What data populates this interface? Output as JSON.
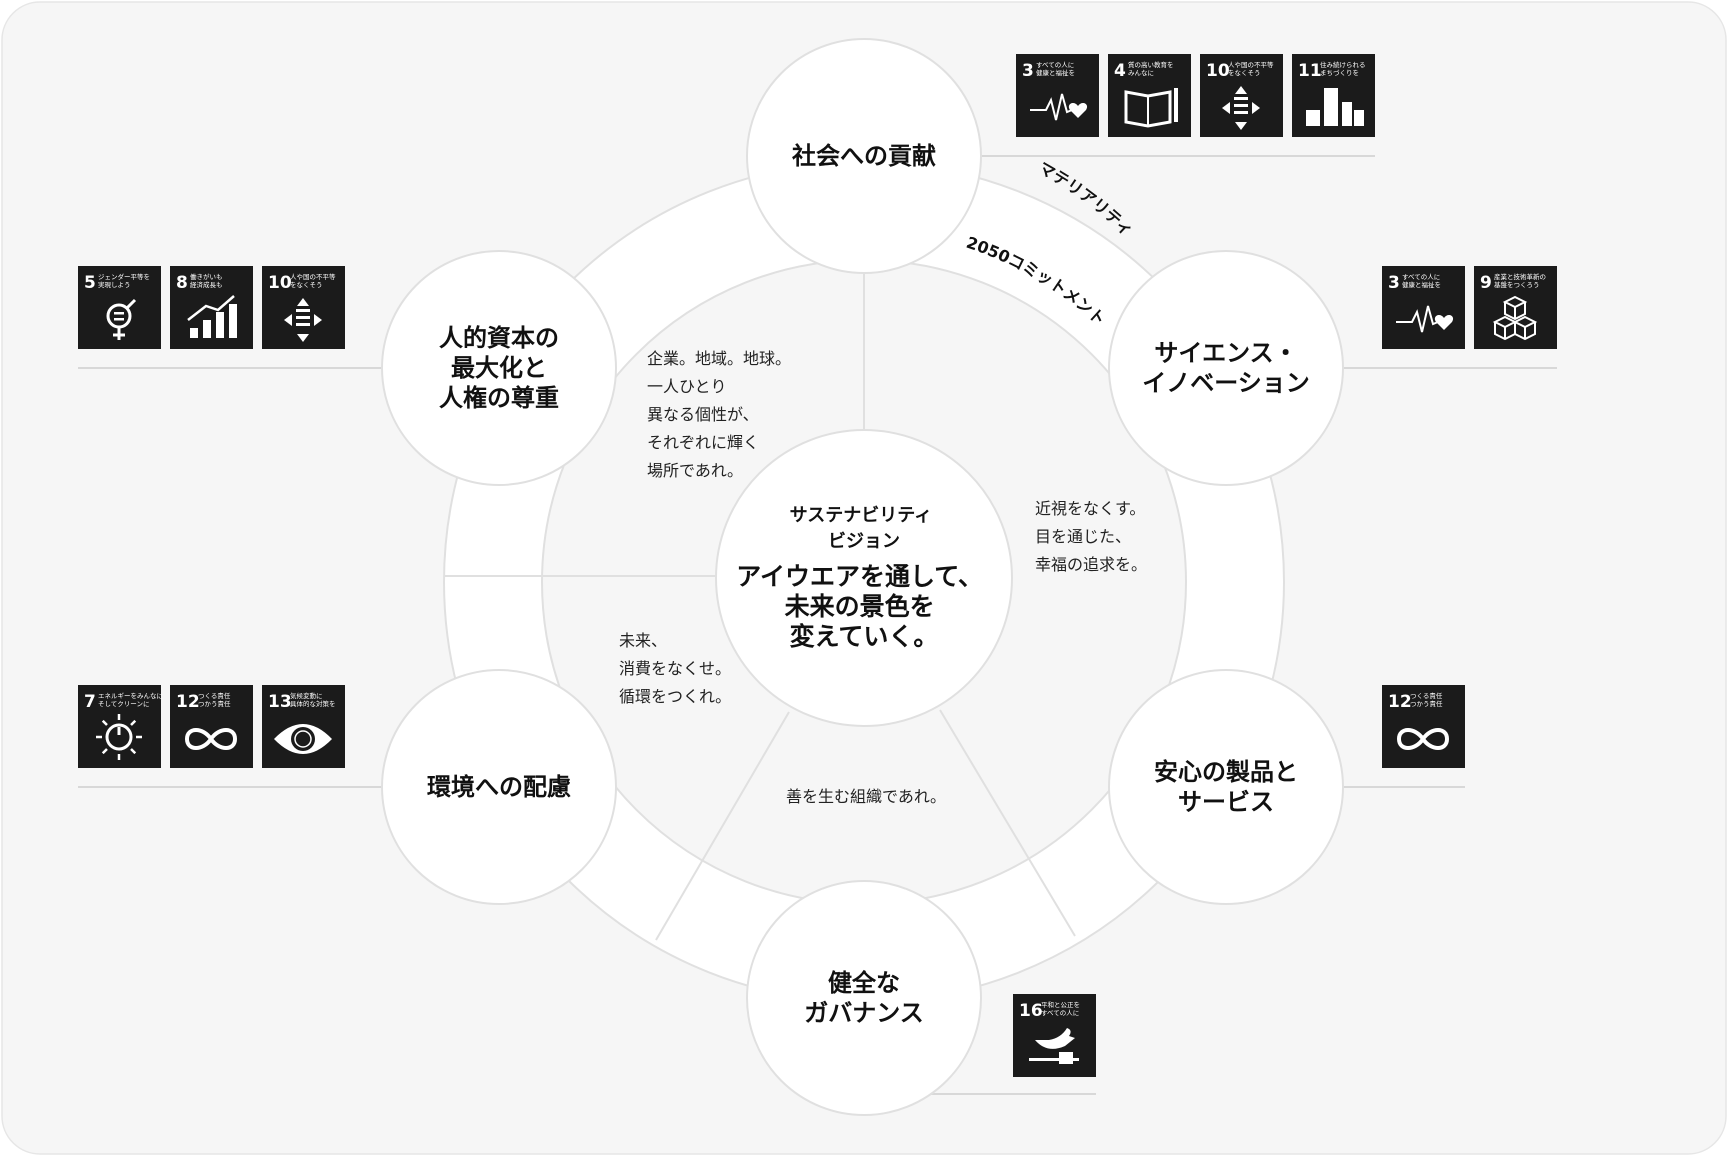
{
  "vision": {
    "subtitle": [
      "サステナビリティ",
      "ビジョン"
    ],
    "main": [
      "アイウエアを通して、",
      "未来の景色を",
      "変えていく。"
    ]
  },
  "ring_labels": {
    "outer": "マテリアリティ",
    "inner": "2050コミットメント"
  },
  "nodes": [
    {
      "id": "society",
      "title": [
        "社会への貢献"
      ],
      "sdgs": [
        {
          "num": "3",
          "caption": [
            "すべての人に",
            "健康と福祉を"
          ],
          "icon": "heartbeat-icon"
        },
        {
          "num": "4",
          "caption": [
            "質の高い教育を",
            "みんなに"
          ],
          "icon": "book-pencil-icon"
        },
        {
          "num": "10",
          "caption": [
            "人や国の不平等",
            "をなくそう"
          ],
          "icon": "equality-arrows-icon"
        },
        {
          "num": "11",
          "caption": [
            "住み続けられる",
            "まちづくりを"
          ],
          "icon": "city-buildings-icon"
        }
      ]
    },
    {
      "id": "science",
      "title": [
        "サイエンス・",
        "イノベーション"
      ],
      "sdgs": [
        {
          "num": "3",
          "caption": [
            "すべての人に",
            "健康と福祉を"
          ],
          "icon": "heartbeat-icon"
        },
        {
          "num": "9",
          "caption": [
            "産業と技術革新の",
            "基盤をつくろう"
          ],
          "icon": "cubes-icon"
        }
      ]
    },
    {
      "id": "product",
      "title": [
        "安心の製品と",
        "サービス"
      ],
      "sdgs": [
        {
          "num": "12",
          "caption": [
            "つくる責任",
            "つかう責任"
          ],
          "icon": "infinity-icon"
        }
      ]
    },
    {
      "id": "governance",
      "title": [
        "健全な",
        "ガバナンス"
      ],
      "sdgs": [
        {
          "num": "16",
          "caption": [
            "平和と公正を",
            "すべての人に"
          ],
          "icon": "dove-gavel-icon"
        }
      ]
    },
    {
      "id": "environment",
      "title": [
        "環境への配慮"
      ],
      "sdgs": [
        {
          "num": "7",
          "caption": [
            "エネルギーをみんなに",
            "そしてクリーンに"
          ],
          "icon": "sun-power-icon"
        },
        {
          "num": "12",
          "caption": [
            "つくる責任",
            "つかう責任"
          ],
          "icon": "infinity-icon"
        },
        {
          "num": "13",
          "caption": [
            "気候変動に",
            "具体的な対策を"
          ],
          "icon": "eye-globe-icon"
        }
      ]
    },
    {
      "id": "human",
      "title": [
        "人的資本の",
        "最大化と",
        "人権の尊重"
      ],
      "sdgs": [
        {
          "num": "5",
          "caption": [
            "ジェンダー平等を",
            "実現しよう"
          ],
          "icon": "gender-equality-icon"
        },
        {
          "num": "8",
          "caption": [
            "働きがいも",
            "経済成長も"
          ],
          "icon": "growth-chart-icon"
        },
        {
          "num": "10",
          "caption": [
            "人や国の不平等",
            "をなくそう"
          ],
          "icon": "equality-arrows-icon"
        }
      ]
    }
  ],
  "commitments": {
    "human": [
      "企業。地域。地球。",
      "一人ひとり",
      "異なる個性が、",
      "それぞれに輝く",
      "場所であれ。"
    ],
    "science": [
      "近視をなくす。",
      "目を通じた、",
      "幸福の追求を。"
    ],
    "environment": [
      "未来、",
      "消費をなくせ。",
      "循環をつくれ。"
    ],
    "governance": [
      "善を生む組織であれ。"
    ]
  },
  "colors": {
    "background": "#ffffff",
    "panel": "#f6f6f6",
    "ring": "#ffffff",
    "stroke": "#e0e0e0",
    "sdg_tile": "#1b1b1b",
    "text": "#111111"
  }
}
